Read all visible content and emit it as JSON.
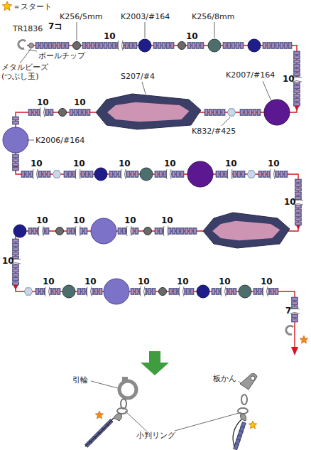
{
  "diagram": {
    "labels": [
      "＝スタート",
      "TR1836",
      "7コ",
      "K256/5mm",
      "K2003/#164",
      "K256/8mm",
      "メタルビーズ (つぶし玉)",
      "ボールチップ",
      "10",
      "10",
      "10",
      "S207/#4",
      "K2007/#164",
      "10",
      "10",
      "K832/#425",
      "K2006/#164",
      "10",
      "10",
      "10",
      "10",
      "10",
      "10",
      "10",
      "10",
      "10",
      "10",
      "10",
      "10",
      "10",
      "10",
      "10",
      "10",
      "10",
      "10",
      "7",
      "引輪",
      "板かん",
      "小判リング"
    ]
  }
}
